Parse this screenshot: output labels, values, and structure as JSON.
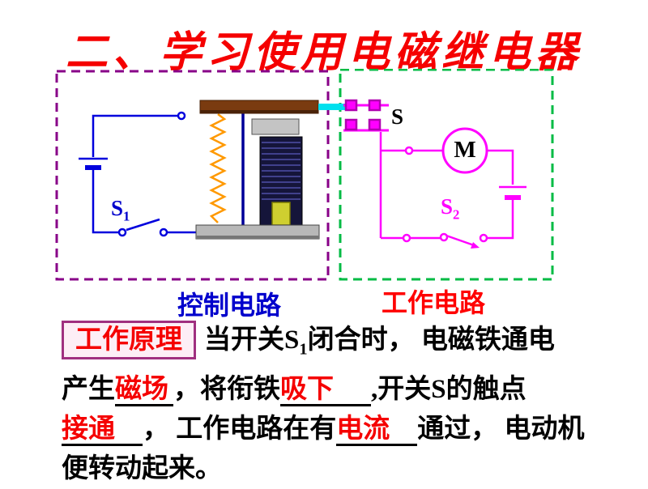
{
  "title": "二、学习使用电磁继电器",
  "diagram": {
    "control_circuit_label": "控制电路",
    "work_circuit_label": "工作电路",
    "switch_s1": "S",
    "switch_s1_sub": "1",
    "contact_s": "S",
    "switch_s2": "S",
    "switch_s2_sub": "2",
    "motor": "M"
  },
  "principle": {
    "heading": "工作原理",
    "seg_1": "当开关S",
    "seg_1_sub": "1",
    "seg_2": "闭合时， 电磁铁通电",
    "seg_3": "产生",
    "answer_1": "磁场",
    "seg_4": "，将衔铁",
    "answer_2": "吸下",
    "seg_5": ",开关S的触点",
    "answer_3": "接通",
    "seg_6": "， 工作电路在有",
    "answer_4": "电流",
    "seg_7": "通过， 电动机",
    "seg_8": "便转动起来。"
  },
  "colors": {
    "title_red": "#f50000",
    "control_blue": "#0000cc",
    "work_magenta": "#ff00ff",
    "control_box_purple": "#880088",
    "work_box_green": "#00bb44"
  }
}
